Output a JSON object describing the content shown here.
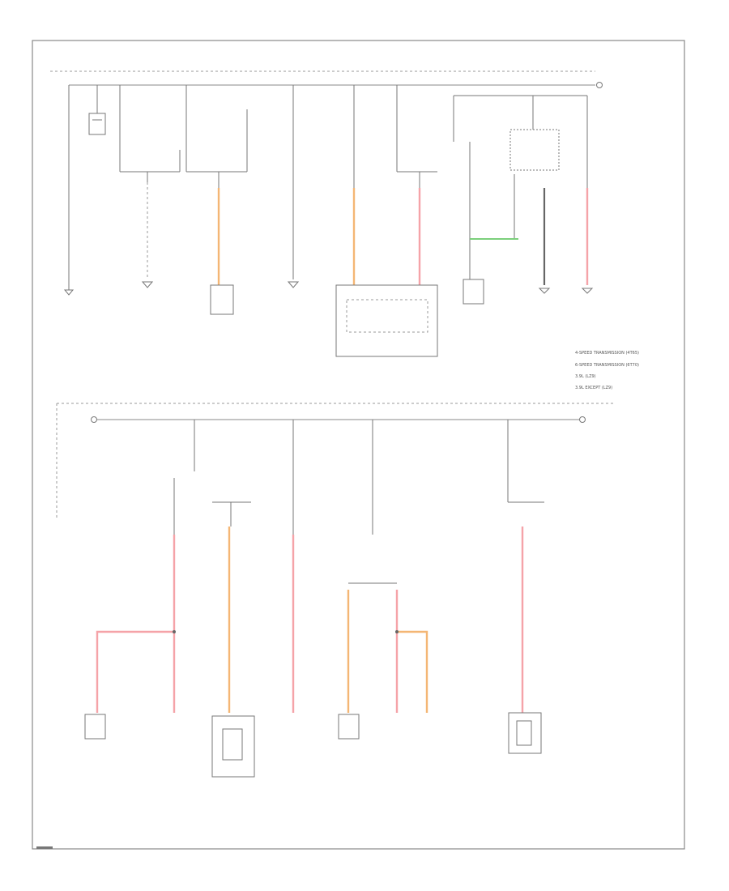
{
  "colors": {
    "pink_wire": "#f5a3a8",
    "orange_wire": "#f4b674",
    "green_wire": "#7ccf7c",
    "black_wire": "#666666",
    "frame": "#888888"
  },
  "notes": {
    "upper": [
      "4-SPEED TRANSMISSION (4T65)",
      "6-SPEED TRANSMISSION (6T70)",
      "3.9L (LZ9)",
      "3.9L EXCEPT (LZ9)"
    ],
    "lower": []
  }
}
